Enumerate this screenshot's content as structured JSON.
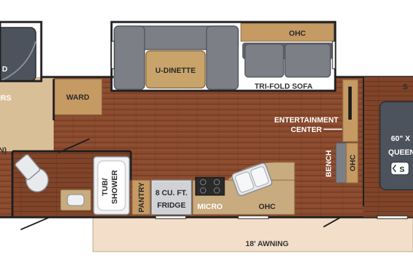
{
  "floorplan": {
    "labels": {
      "left_bed_fragment": "D",
      "stairs_fragment": "IRS",
      "left_closet_fragment": "N)",
      "ward": "WARD",
      "u_dinette": "U-DINETTE",
      "ohc_top": "OHC",
      "tri_fold_sofa": "TRI-FOLD SOFA",
      "entertainment_center_line1": "ENTERTAINMENT",
      "entertainment_center_line2": "CENTER",
      "bed_size_line1": "60\" X",
      "bed_size_line2": "QUEEN",
      "bed_right_fragment": "S",
      "bench": "BENCH",
      "ohc_right": "OHC",
      "tub_line1": "TUB/",
      "tub_line2": "SHOWER",
      "pantry": "PANTRY",
      "fridge_line1": "8 CU. FT.",
      "fridge_line2": "FRIDGE",
      "micro": "MICRO",
      "ohc_kitchen": "OHC",
      "awning": "18' AWNING",
      "bed_badge": "S"
    },
    "colors": {
      "wood_floor": "#8a4a2e",
      "wood_plank_dark": "#6f3a22",
      "wall": "#1e1e1e",
      "carpet": "#d9bf98",
      "cushion": "#7c7f86",
      "cushion_dark": "#5f636a",
      "table": "#c9a46a",
      "awning": "#f3dfc9",
      "counter": "#c8ab7f",
      "mattress": "#4d535c"
    }
  }
}
